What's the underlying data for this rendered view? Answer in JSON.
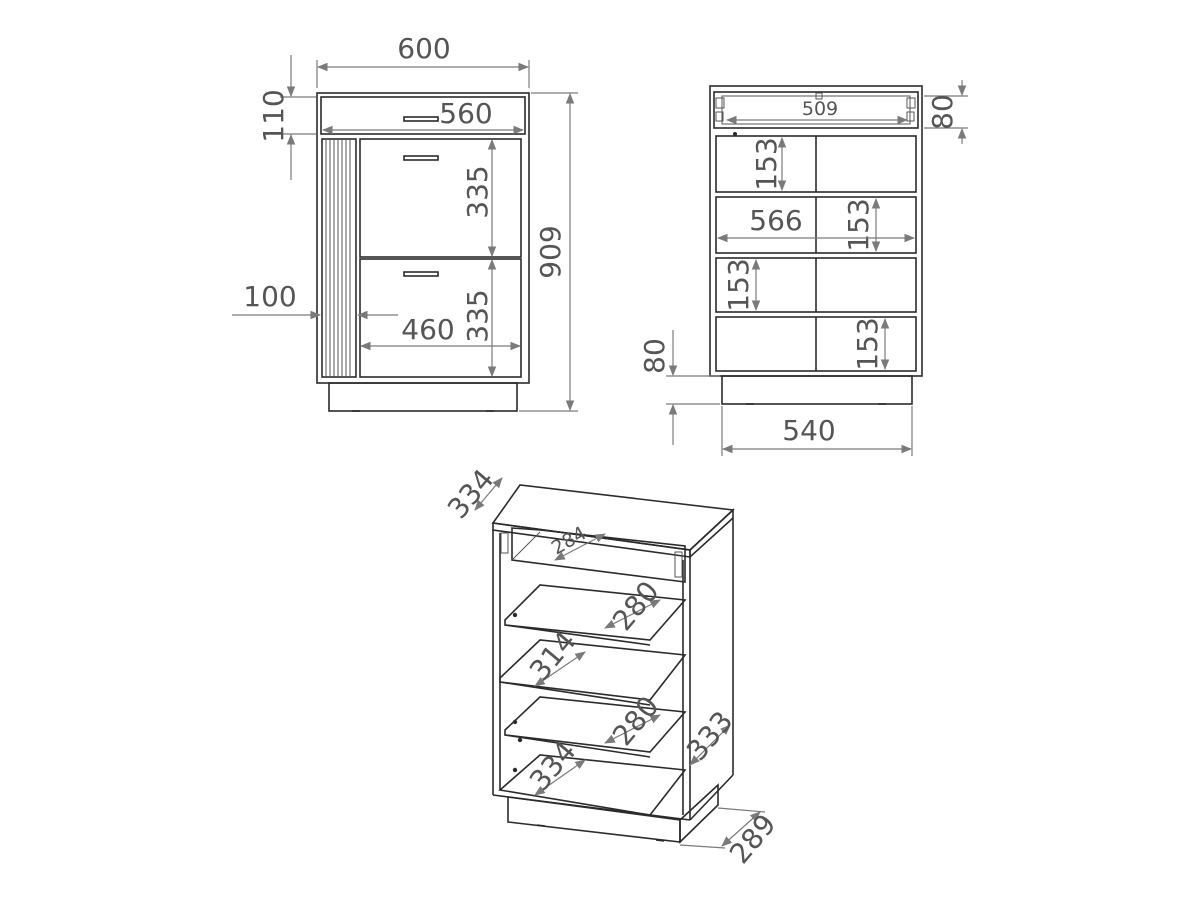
{
  "front_view": {
    "total_width": "600",
    "top_drawer_height": "110",
    "top_drawer_inner_width": "560",
    "door_height_upper": "335",
    "door_height_lower": "335",
    "total_height": "909",
    "side_panel_width": "100",
    "door_width": "460"
  },
  "back_view": {
    "top_rail_height": "80",
    "top_inner_width": "509",
    "shelf_spacing_1": "153",
    "shelf_spacing_2": "153",
    "shelf_spacing_3": "153",
    "shelf_spacing_4": "153",
    "inner_width": "566",
    "plinth_height": "80",
    "plinth_width": "540"
  },
  "iso_view": {
    "top_depth": "334",
    "drawer_depth": "284",
    "shelf_depth_1": "280",
    "shelf_depth_2": "314",
    "shelf_depth_3": "280",
    "shelf_depth_4": "334",
    "side_depth": "333",
    "plinth_depth": "289"
  },
  "colors": {
    "line": "#2b2b2b",
    "dimension": "#7a7a7a",
    "label": "#555555"
  }
}
